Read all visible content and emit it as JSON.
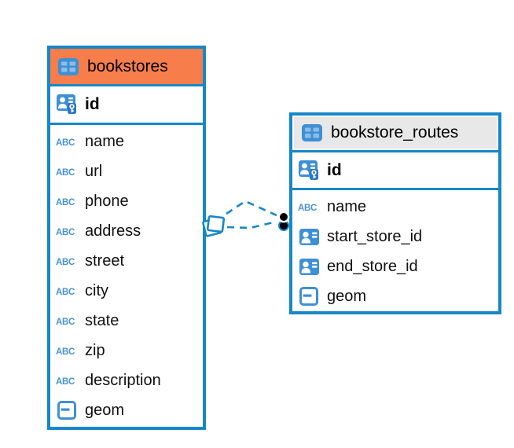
{
  "colors": {
    "table_border": "#1787C9",
    "selected_header_orange": "#F77E4B",
    "header_gray": "#E8E8E8",
    "icon_blue": "#3E90D5",
    "icon_cell_light_blue": "#8FBCE6",
    "key_badge_blue": "#2E77C8",
    "relationship_line": "#1787C9",
    "endpoint_dot": "#000000",
    "text": "#000000"
  },
  "tables": [
    {
      "name": "bookstores",
      "icon": "table",
      "header_color": "#F77E4B",
      "primary_key": {
        "name": "id",
        "icon": "primary-key"
      },
      "columns": [
        {
          "name": "name",
          "icon": "text"
        },
        {
          "name": "url",
          "icon": "text"
        },
        {
          "name": "phone",
          "icon": "text"
        },
        {
          "name": "address",
          "icon": "text"
        },
        {
          "name": "street",
          "icon": "text"
        },
        {
          "name": "city",
          "icon": "text"
        },
        {
          "name": "state",
          "icon": "text"
        },
        {
          "name": "zip",
          "icon": "text"
        },
        {
          "name": "description",
          "icon": "text"
        },
        {
          "name": "geom",
          "icon": "geometry"
        }
      ]
    },
    {
      "name": "bookstore_routes",
      "icon": "table",
      "header_color": "#E8E8E8",
      "primary_key": {
        "name": "id",
        "icon": "primary-key"
      },
      "columns": [
        {
          "name": "name",
          "icon": "text"
        },
        {
          "name": "start_store_id",
          "icon": "reference"
        },
        {
          "name": "end_store_id",
          "icon": "reference"
        },
        {
          "name": "geom",
          "icon": "geometry"
        }
      ]
    }
  ],
  "relationships": [
    {
      "style": "dashed",
      "source_table": "bookstores",
      "target_table": "bookstore_routes",
      "line_count": 2
    }
  ]
}
